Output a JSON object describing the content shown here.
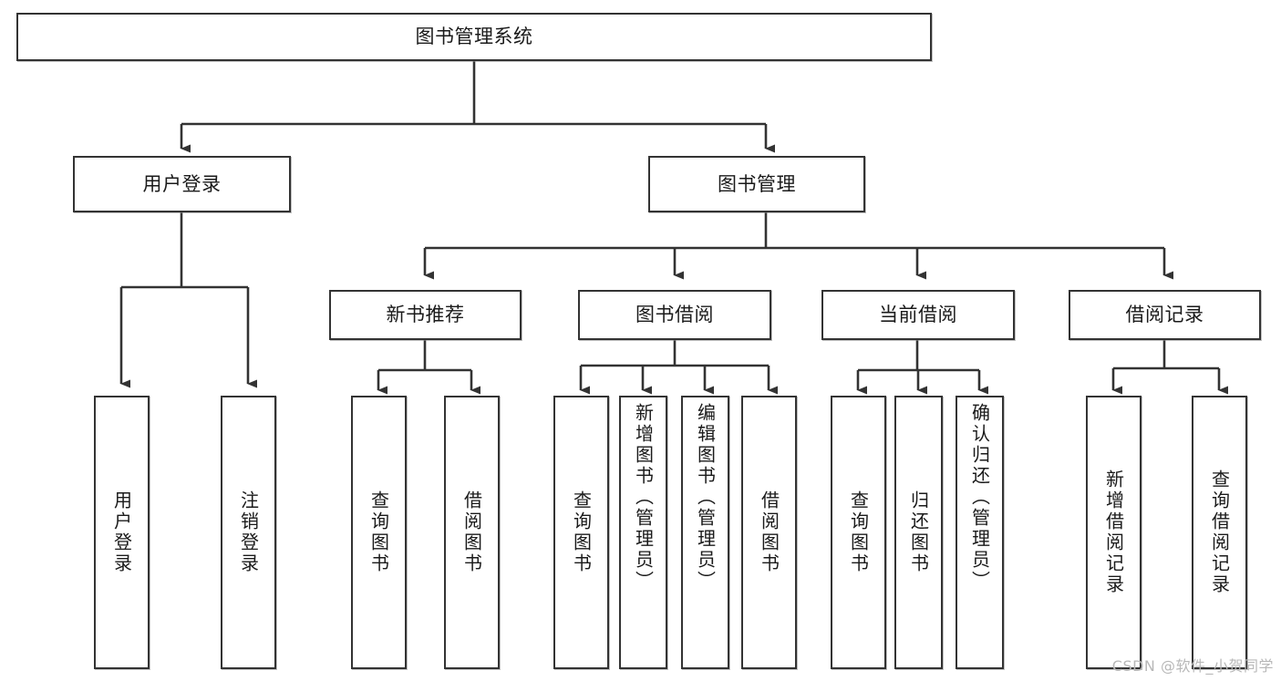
{
  "diagram": {
    "type": "tree",
    "title": "图书管理系统",
    "watermark": "CSDN @软件_小贺同学",
    "colors": {
      "border": "#333333",
      "background": "#ffffff",
      "text": "#1a1a1a",
      "connector": "#333333",
      "watermark": "#b8b8b8"
    },
    "root": {
      "label": "图书管理系统"
    },
    "level2": [
      {
        "label": "用户登录"
      },
      {
        "label": "图书管理"
      }
    ],
    "level3": [
      {
        "label": "新书推荐"
      },
      {
        "label": "图书借阅"
      },
      {
        "label": "当前借阅"
      },
      {
        "label": "借阅记录"
      }
    ],
    "leaves": {
      "user_login": [
        {
          "label": "用户登录"
        },
        {
          "label": "注销登录"
        }
      ],
      "new_book_recommend": [
        {
          "label": "查询图书"
        },
        {
          "label": "借阅图书"
        }
      ],
      "book_borrow": [
        {
          "label": "查询图书"
        },
        {
          "label": "新增图书（管理员）"
        },
        {
          "label": "编辑图书（管理员）"
        },
        {
          "label": "借阅图书"
        }
      ],
      "current_borrow": [
        {
          "label": "查询图书"
        },
        {
          "label": "归还图书"
        },
        {
          "label": "确认归还（管理员）"
        }
      ],
      "borrow_record": [
        {
          "label": "新增借阅记录"
        },
        {
          "label": "查询借阅记录"
        }
      ]
    }
  }
}
